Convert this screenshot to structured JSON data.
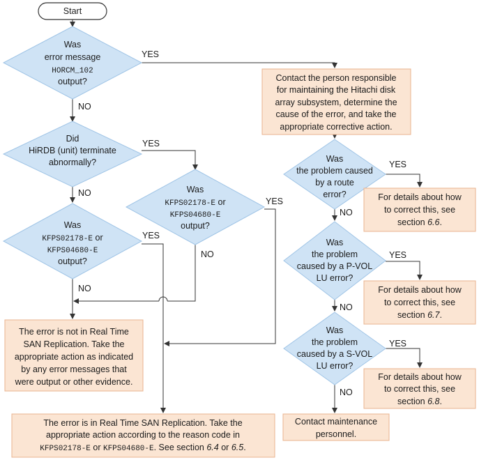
{
  "start": "Start",
  "d1": {
    "l1": "Was",
    "l2": "error message",
    "code": "HORCM_102",
    "l4": "output?"
  },
  "d2": {
    "l1": "Did",
    "l2": "HiRDB (unit) terminate",
    "l3": "abnormally?"
  },
  "d3": {
    "l1": "Was",
    "code1": "KFPS02178-E",
    "or": " or",
    "code2": "KFPS04680-E",
    "l4": "output?"
  },
  "d4": {
    "l1": "Was",
    "code1": "KFPS02178-E",
    "or": " or",
    "code2": "KFPS04680-E",
    "l4": "output?"
  },
  "box_contact": {
    "l1": "Contact the person responsible",
    "l2": "for maintaining the Hitachi disk",
    "l3": "array subsystem, determine the",
    "l4": "cause of the error, and take the",
    "l5": "appropriate corrective action."
  },
  "d5": {
    "l1": "Was",
    "l2": "the problem caused",
    "l3": "by a route",
    "l4": "error?"
  },
  "d6": {
    "l1": "Was",
    "l2": "the problem",
    "l3": "caused by a P-VOL",
    "l4": "LU error?"
  },
  "d7": {
    "l1": "Was",
    "l2": "the problem",
    "l3": "caused by a S-VOL",
    "l4": "LU error?"
  },
  "box_route": {
    "l1": "For details about how",
    "l2": "to correct this, see",
    "l3a": "section ",
    "l3b": "6.6",
    "l3c": "."
  },
  "box_pvol": {
    "l1": "For details about how",
    "l2": "to correct this, see",
    "l3a": "section ",
    "l3b": "6.7",
    "l3c": "."
  },
  "box_svol": {
    "l1": "For details about how",
    "l2": "to correct this, see",
    "l3a": "section ",
    "l3b": "6.8",
    "l3c": "."
  },
  "box_not_rtsr": {
    "l1": "The error is not in Real Time",
    "l2": "SAN Replication. Take the",
    "l3": "appropriate action as indicated",
    "l4": "by any error messages that",
    "l5": "were output or other evidence."
  },
  "box_rtsr": {
    "l1": "The error is in Real Time SAN Replication. Take the",
    "l2": "appropriate action according to the reason code in",
    "code1": "KFPS02178-E",
    "or": " or ",
    "code2": "KFPS04680-E",
    "see": ". See section ",
    "s1": "6.4",
    "or2": " or ",
    "s2": "6.5",
    "end": "."
  },
  "box_maint": {
    "l1": "Contact maintenance",
    "l2": "personnel."
  },
  "labels": {
    "yes": "YES",
    "no": "NO"
  },
  "colors": {
    "diamond_fill": "#cfe3f5",
    "box_fill": "#fbe5d3",
    "line": "#333333"
  }
}
